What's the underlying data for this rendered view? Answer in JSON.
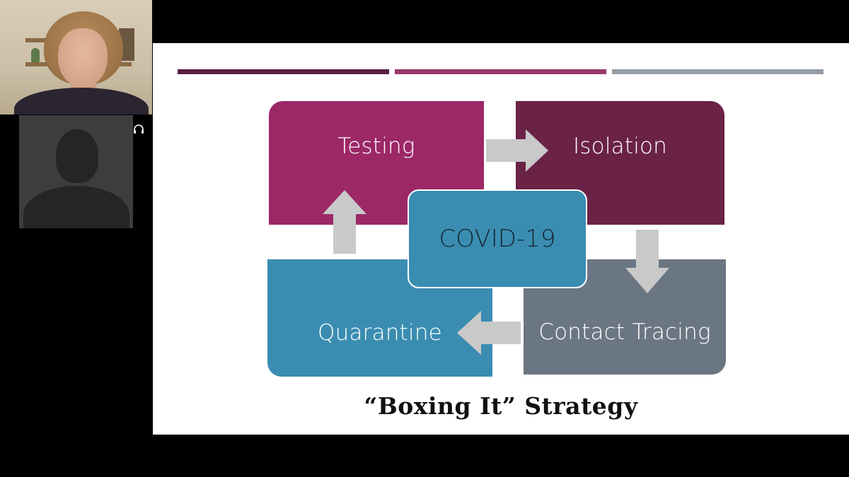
{
  "participants": [
    {
      "role": "speaker",
      "video": "on"
    },
    {
      "role": "attendee",
      "video": "off",
      "audio_icon": "headset-icon"
    }
  ],
  "slide": {
    "boxes": {
      "testing": "Testing",
      "isolation": "Isolation",
      "contact_tracing": "Contact Tracing",
      "quarantine": "Quarantine",
      "center": "COVID-19"
    },
    "caption": "“Boxing It” Strategy"
  },
  "colors": {
    "rule_1": "#5a1f43",
    "rule_2": "#9b3a6e",
    "rule_3": "#969ca3",
    "testing": "#9c2866",
    "isolation": "#6b2247",
    "quarantine": "#3a8db1",
    "contact_tracing": "#6b7683",
    "center": "#3a8db1",
    "arrow": "#c9c9c9"
  }
}
